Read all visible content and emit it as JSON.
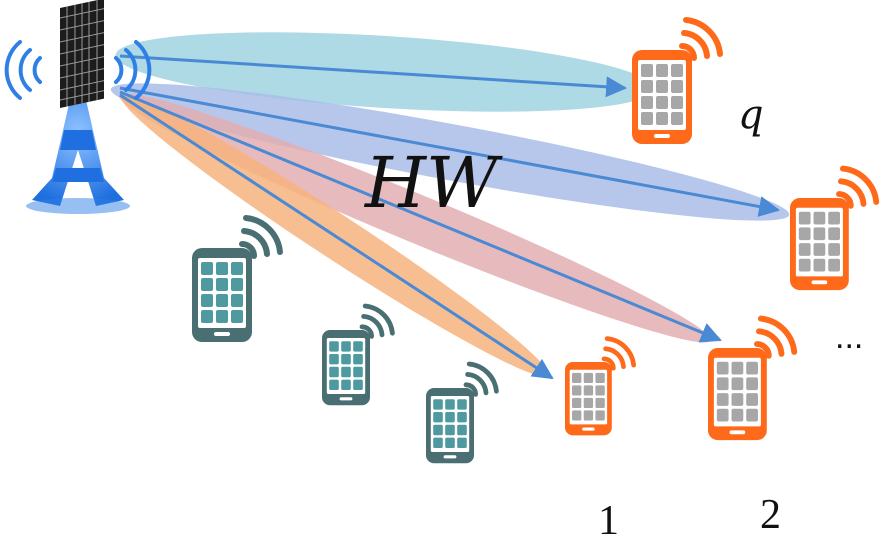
{
  "labels": {
    "matrix": "HW",
    "user_q": "q",
    "user_1": "1",
    "user_2": "2",
    "ellipsis": "..."
  },
  "beams": [
    {
      "target": "user-q",
      "color": "#9fd3df"
    },
    {
      "target": "user-upper-right",
      "color": "#a9bde8"
    },
    {
      "target": "user-2",
      "color": "#e3aeb1"
    },
    {
      "target": "user-1",
      "color": "#f6b37e"
    }
  ],
  "icons": {
    "base_station": "cell-tower-icon",
    "served_user": "smartphone-signal-icon",
    "other_user": "smartphone-signal-icon"
  },
  "colors": {
    "served_user": "#ff6a1a",
    "other_user": "#4a6f73",
    "tower": "#2f7fe6",
    "arrow": "#4a8ad4"
  }
}
